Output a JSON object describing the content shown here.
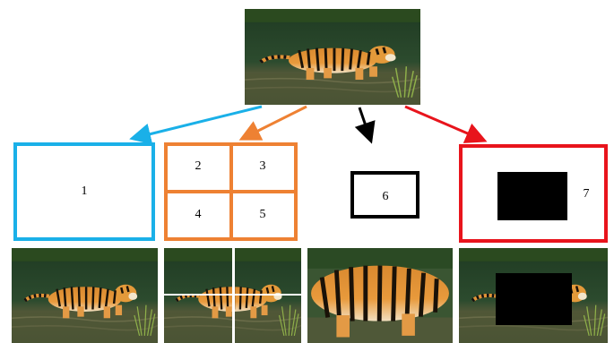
{
  "colors": {
    "region_1": "#1ab0e8",
    "region_grid": "#ee8133",
    "region_6": "#000000",
    "region_7": "#e8141c"
  },
  "labels": {
    "region_1": "1",
    "cell_2": "2",
    "cell_3": "3",
    "cell_4": "4",
    "cell_5": "5",
    "region_6": "6",
    "region_7": "7"
  }
}
